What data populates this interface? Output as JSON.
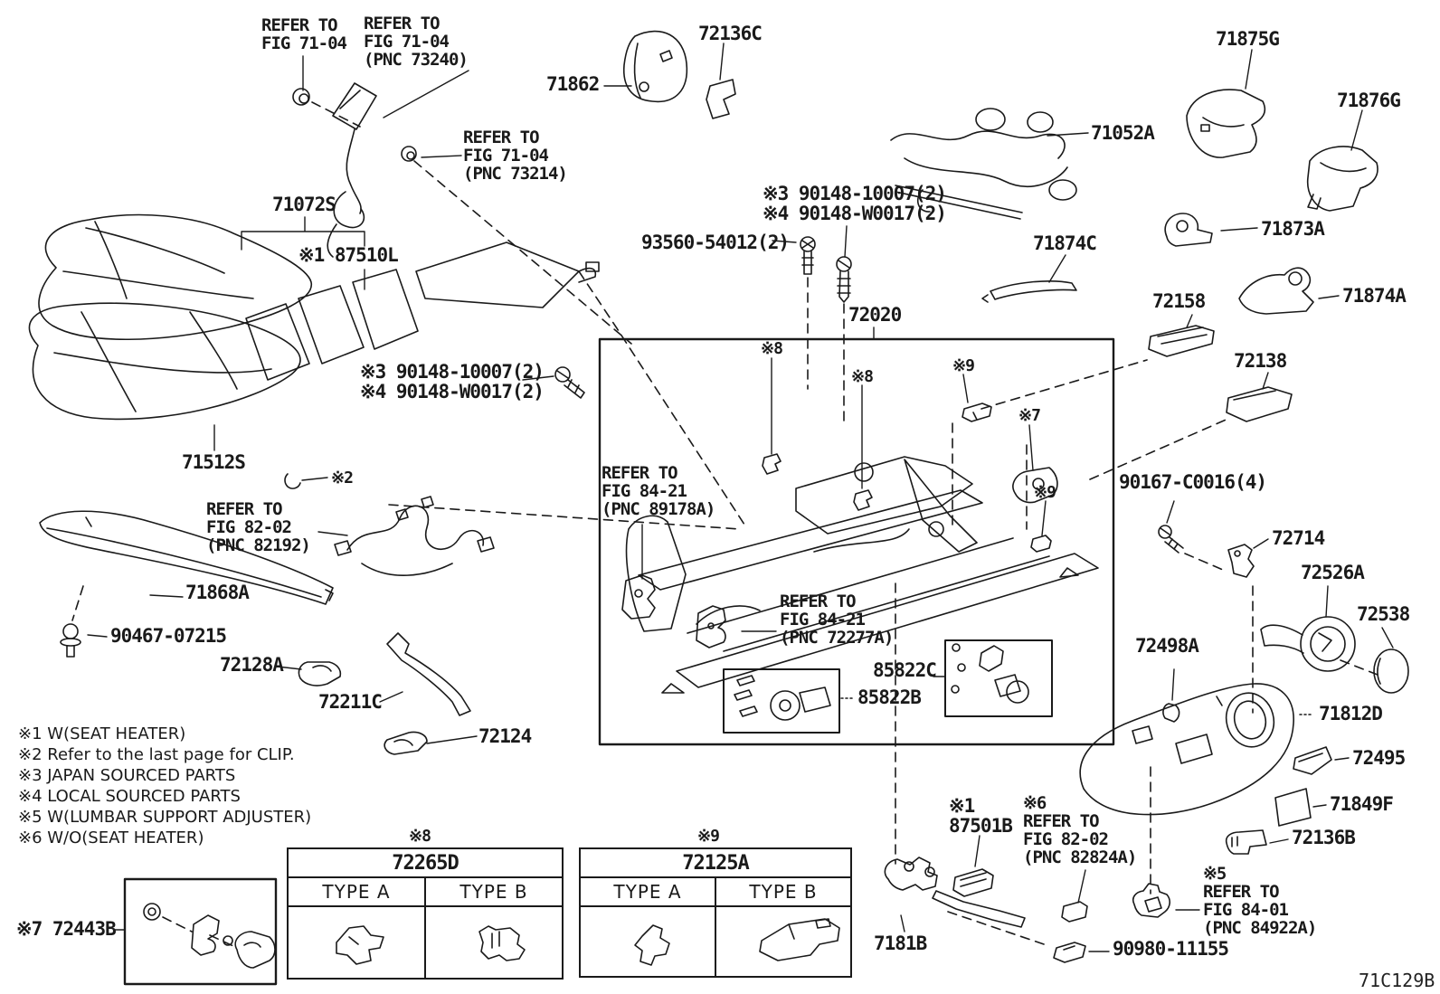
{
  "colors": {
    "ink": "#1a1a1a",
    "background": "#ffffff"
  },
  "callouts": {
    "refer_fig71_04": "REFER TO\nFIG 71-04",
    "refer_fig71_04_pnc73240": "REFER TO\nFIG 71-04\n(PNC 73240)",
    "refer_fig71_04_pnc73214": "REFER TO\nFIG 71-04\n(PNC 73214)",
    "p71862": "71862",
    "p72136c": "72136C",
    "p71052a": "71052A",
    "p71875g": "71875G",
    "p71876g": "71876G",
    "p71072s": "71072S",
    "p87510l": "※1 87510L",
    "screws_japan_local_top": "※3 90148-10007(2)\n※4 90148-W0017(2)",
    "p93560": "93560-54012(2)",
    "p71874c": "71874C",
    "p71873a": "71873A",
    "p71874a": "71874A",
    "p72158": "72158",
    "p72138": "72138",
    "p72020": "72020",
    "screws_japan_local_mid": "※3 90148-10007(2)\n※4 90148-W0017(2)",
    "p71512s": "71512S",
    "clip_note": "※2",
    "refer_fig82_02_pnc82192": "REFER TO\nFIG 82-02\n(PNC 82192)",
    "p71868a": "71868A",
    "p90467": "90467-07215",
    "p72128a": "72128A",
    "p72211c": "72211C",
    "p72124": "72124",
    "refer_fig84_21_pnc89178a": "REFER TO\nFIG 84-21\n(PNC 89178A)",
    "refer_fig84_21_pnc72277a": "REFER TO\nFIG 84-21\n(PNC 72277A)",
    "p85822c": "85822C",
    "p85822b": "85822B",
    "p90167": "90167-C0016(4)",
    "p72714": "72714",
    "p72526a": "72526A",
    "p72538": "72538",
    "p72498a": "72498A",
    "p71812d": "71812D",
    "p72495": "72495",
    "p71849f": "71849F",
    "p72136b": "72136B",
    "p87501b": "※1\n87501B",
    "refer_fig82_02_pnc82824a": "※6\nREFER TO\nFIG 82-02\n(PNC 82824A)",
    "refer_fig84_01_pnc84922a": "※5\nREFER TO\nFIG 84-01\n(PNC 84922A)",
    "p90980": "90980-11155",
    "p7181b": "7181B",
    "p72443b": "※7 72443B"
  },
  "markers": {
    "m7": "※7",
    "m8": "※8",
    "m9": "※9"
  },
  "legend": {
    "items": [
      "※1 W(SEAT HEATER)",
      "※2 Refer to the last page for CLIP.",
      "※3 JAPAN SOURCED PARTS",
      "※4 LOCAL SOURCED PARTS",
      "※5 W(LUMBAR SUPPORT ADJUSTER)",
      "※6 W/O(SEAT HEATER)"
    ]
  },
  "tables": [
    {
      "marker": "※8",
      "part_number": "72265D",
      "columns": [
        "TYPE A",
        "TYPE B"
      ]
    },
    {
      "marker": "※9",
      "part_number": "72125A",
      "columns": [
        "TYPE A",
        "TYPE B"
      ]
    }
  ],
  "footer": {
    "drawing_code": "71C129B"
  }
}
